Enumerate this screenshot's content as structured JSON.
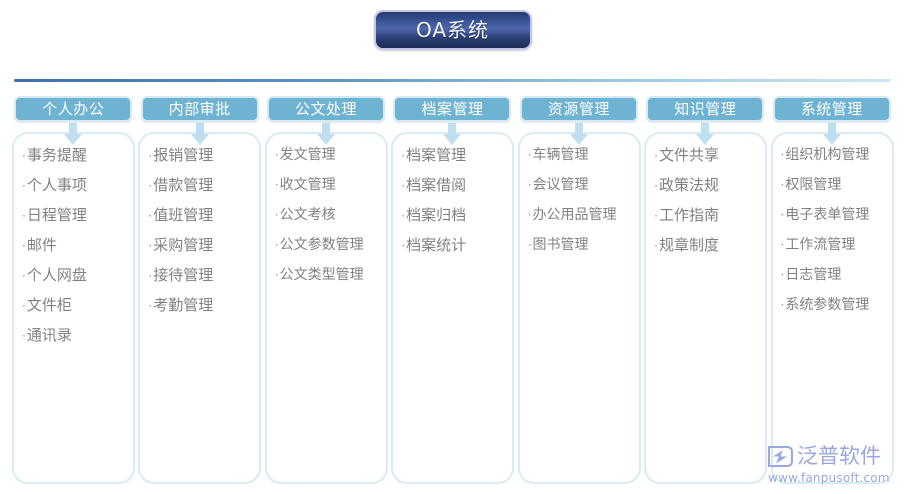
{
  "title": {
    "text": "OA系统"
  },
  "columns": [
    {
      "header": "个人办公",
      "icon": "down-arrow-icon",
      "items": [
        "事务提醒",
        "个人事项",
        "日程管理",
        "邮件",
        "个人网盘",
        "文件柜",
        "通讯录"
      ]
    },
    {
      "header": "内部审批",
      "icon": "down-arrow-icon",
      "items": [
        "报销管理",
        "借款管理",
        "值班管理",
        "采购管理",
        "接待管理",
        "考勤管理"
      ]
    },
    {
      "header": "公文处理",
      "icon": "down-arrow-icon",
      "items": [
        "发文管理",
        "收文管理",
        "公文考核",
        "公文参数管理",
        "公文类型管理"
      ]
    },
    {
      "header": "档案管理",
      "icon": "down-arrow-icon",
      "items": [
        "档案管理",
        "档案借阅",
        "档案归档",
        "档案统计"
      ]
    },
    {
      "header": "资源管理",
      "icon": "down-arrow-icon",
      "items": [
        "车辆管理",
        "会议管理",
        "办公用品管理",
        "图书管理"
      ]
    },
    {
      "header": "知识管理",
      "icon": "down-arrow-icon",
      "items": [
        "文件共享",
        "政策法规",
        "工作指南",
        "规章制度"
      ]
    },
    {
      "header": "系统管理",
      "icon": "down-arrow-icon",
      "items": [
        "组织机构管理",
        "权限管理",
        "电子表单管理",
        "工作流管理",
        "日志管理",
        "系统参数管理"
      ]
    }
  ],
  "logo": {
    "name": "泛普软件",
    "url": "www.fanpusoft.com",
    "icon": "fanpu-arrow-logo-icon",
    "color": "#9aa7dd"
  },
  "colors": {
    "title_border": "#c3c6e6",
    "title_bg_dark": "#1d2c55",
    "tab_bg": "#6fb3d2",
    "tab_ring": "#d7eaf4",
    "panel_border": "#d9ecf4",
    "arrow": "#bfdff0",
    "item_text": "#7f8285",
    "divider": "#3f6fae"
  }
}
